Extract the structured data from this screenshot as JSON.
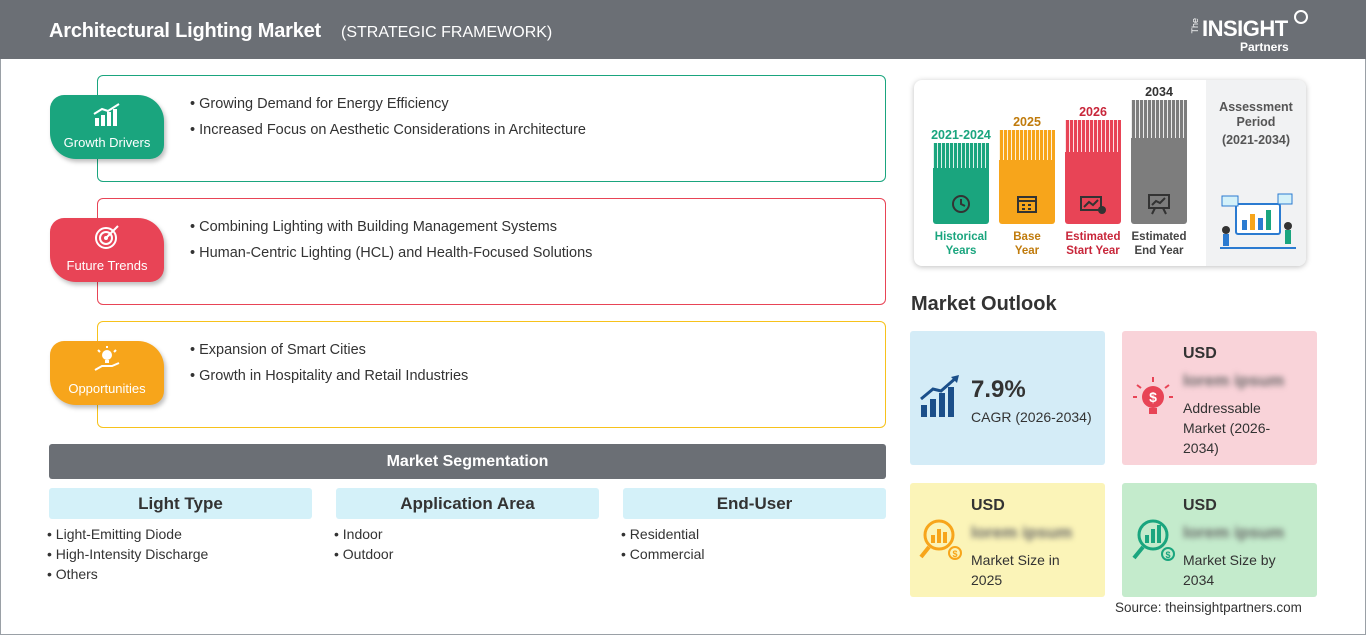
{
  "header": {
    "title": "Architectural Lighting Market",
    "subtitle": "(STRATEGIC FRAMEWORK)",
    "logo_the": "The",
    "logo_insight": "INSIGHT",
    "logo_partners": "Partners"
  },
  "framework": [
    {
      "label": "Growth Drivers",
      "icon": "growth-chart-icon",
      "color": "#1aa57e",
      "points": [
        "Growing Demand for Energy Efficiency",
        "Increased Focus on Aesthetic Considerations in Architecture"
      ]
    },
    {
      "label": "Future Trends",
      "icon": "target-icon",
      "color": "#e84456",
      "points": [
        "Combining Lighting with Building Management Systems",
        "Human-Centric Lighting (HCL) and Health-Focused Solutions"
      ]
    },
    {
      "label": "Opportunities",
      "icon": "lightbulb-hand-icon",
      "color": "#f7a51b",
      "points": [
        "Expansion of Smart Cities",
        "Growth in Hospitality and Retail Industries"
      ]
    }
  ],
  "segmentation": {
    "title": "Market Segmentation",
    "columns": [
      {
        "heading": "Light Type",
        "items": [
          "Light-Emitting Diode",
          "High-Intensity Discharge",
          "Others"
        ]
      },
      {
        "heading": "Application Area",
        "items": [
          "Indoor",
          "Outdoor"
        ]
      },
      {
        "heading": "End-User",
        "items": [
          "Residential",
          "Commercial"
        ]
      }
    ]
  },
  "timeline": {
    "columns": [
      {
        "year": "2021-2024",
        "label_line1": "Historical",
        "label_line2": "Years",
        "color": "#1aa57e",
        "icon": "history-icon"
      },
      {
        "year": "2025",
        "label_line1": "Base",
        "label_line2": "Year",
        "color": "#f7a51b",
        "icon": "calendar-icon"
      },
      {
        "year": "2026",
        "label_line1": "Estimated",
        "label_line2": "Start Year",
        "color": "#e84456",
        "icon": "start-chart-icon"
      },
      {
        "year": "2034",
        "label_line1": "Estimated",
        "label_line2": "End Year",
        "color": "#7d7d7d",
        "icon": "end-presentation-icon"
      }
    ],
    "assessment_line1": "Assessment",
    "assessment_line2": "Period",
    "assessment_range": "(2021-2034)"
  },
  "outlook": {
    "title": "Market Outlook",
    "cagr_value": "7.9%",
    "cagr_label": "CAGR (2026-2034)",
    "addressable_currency": "USD",
    "addressable_value": "lorem ipsum",
    "addressable_label_1": "Addressable",
    "addressable_label_2": "Market (2026-",
    "addressable_label_3": "2034)",
    "size2025_currency": "USD",
    "size2025_value": "lorem ipsum",
    "size2025_label_1": "Market Size in",
    "size2025_label_2": "2025",
    "size2034_currency": "USD",
    "size2034_value": "lorem ipsum",
    "size2034_label_1": "Market Size by",
    "size2034_label_2": "2034"
  },
  "source": "Source: theinsightpartners.com"
}
